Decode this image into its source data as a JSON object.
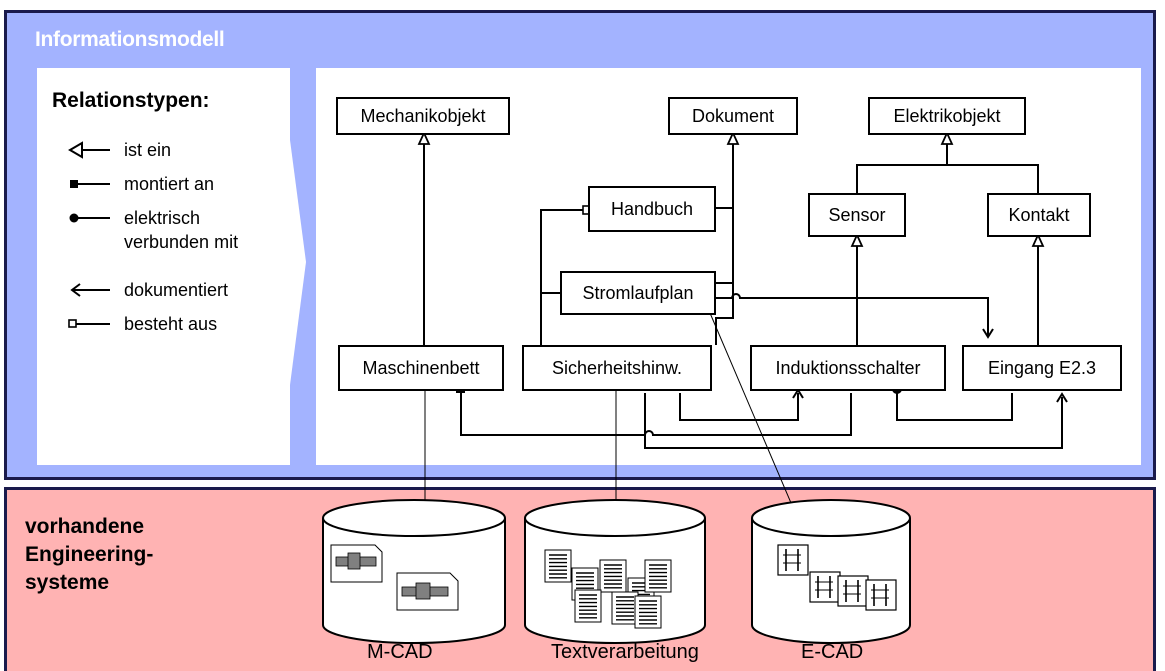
{
  "info_model": {
    "title": "Informationsmodell",
    "legend_title": "Relationstypen:",
    "legend": [
      {
        "icon": "open-triangle-arrow",
        "label": "ist ein"
      },
      {
        "icon": "filled-square-end",
        "label": "montiert an"
      },
      {
        "icon": "filled-circle-end",
        "label": "elektrisch verbunden mit"
      },
      {
        "icon": "arrow-head",
        "label": "dokumentiert"
      },
      {
        "icon": "open-square-end",
        "label": "besteht aus"
      }
    ],
    "boxes": {
      "mechanikobjekt": "Mechanikobjekt",
      "dokument": "Dokument",
      "elektrikobjekt": "Elektrikobjekt",
      "handbuch": "Handbuch",
      "sensor": "Sensor",
      "kontakt": "Kontakt",
      "stromlaufplan": "Stromlaufplan",
      "maschinenbett": "Maschinenbett",
      "sicherheitshinw": "Sicherheitshinw.",
      "induktionsschalter": "Induktionsschalter",
      "eingang": "Eingang E2.3"
    }
  },
  "engineering": {
    "title": "vorhandene Engineering-systeme",
    "title_lines": [
      "vorhandene",
      "Engineering-",
      "systeme"
    ],
    "systems": [
      "M-CAD",
      "Textverarbeitung",
      "E-CAD"
    ]
  },
  "colors": {
    "top_panel": "#a3b3ff",
    "bottom_panel": "#ffb3b3",
    "border": "#1a1a4c",
    "title_text": "#ffffff"
  }
}
